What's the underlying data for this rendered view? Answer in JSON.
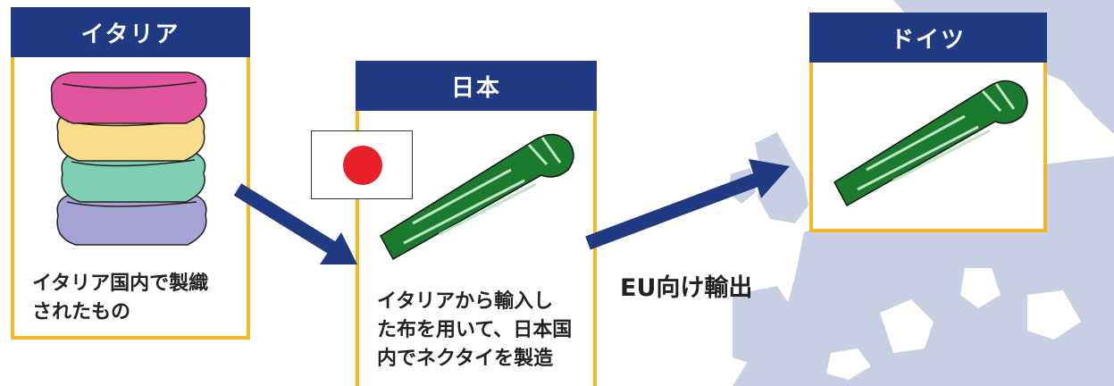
{
  "panels": {
    "italy": {
      "title": "イタリア",
      "caption": "イタリア国内で製織\nされたもの",
      "image": "folded-fabrics-illustration"
    },
    "japan": {
      "title": "日本",
      "caption": "イタリアから輸入し\nた布を用いて、日本国\n内でネクタイを製造",
      "image": "green-striped-necktie-illustration",
      "flag": "japan-flag-icon"
    },
    "germany": {
      "title": "ドイツ",
      "image": "green-striped-necktie-illustration"
    }
  },
  "arrows": {
    "italy_to_japan": {
      "label": ""
    },
    "japan_to_germany": {
      "label": "EU向け輸出"
    }
  },
  "colors": {
    "header": "#213a84",
    "border": "#f3b72a",
    "arrow": "#213a84",
    "map": "#c9cfe3",
    "tie_green": "#1a7a2e",
    "flag_red": "#e8202a",
    "fabric_pink": "#e0559b",
    "fabric_yellow": "#f8dc8c",
    "fabric_teal": "#7fcfb4",
    "fabric_purple": "#a7a3d4"
  }
}
